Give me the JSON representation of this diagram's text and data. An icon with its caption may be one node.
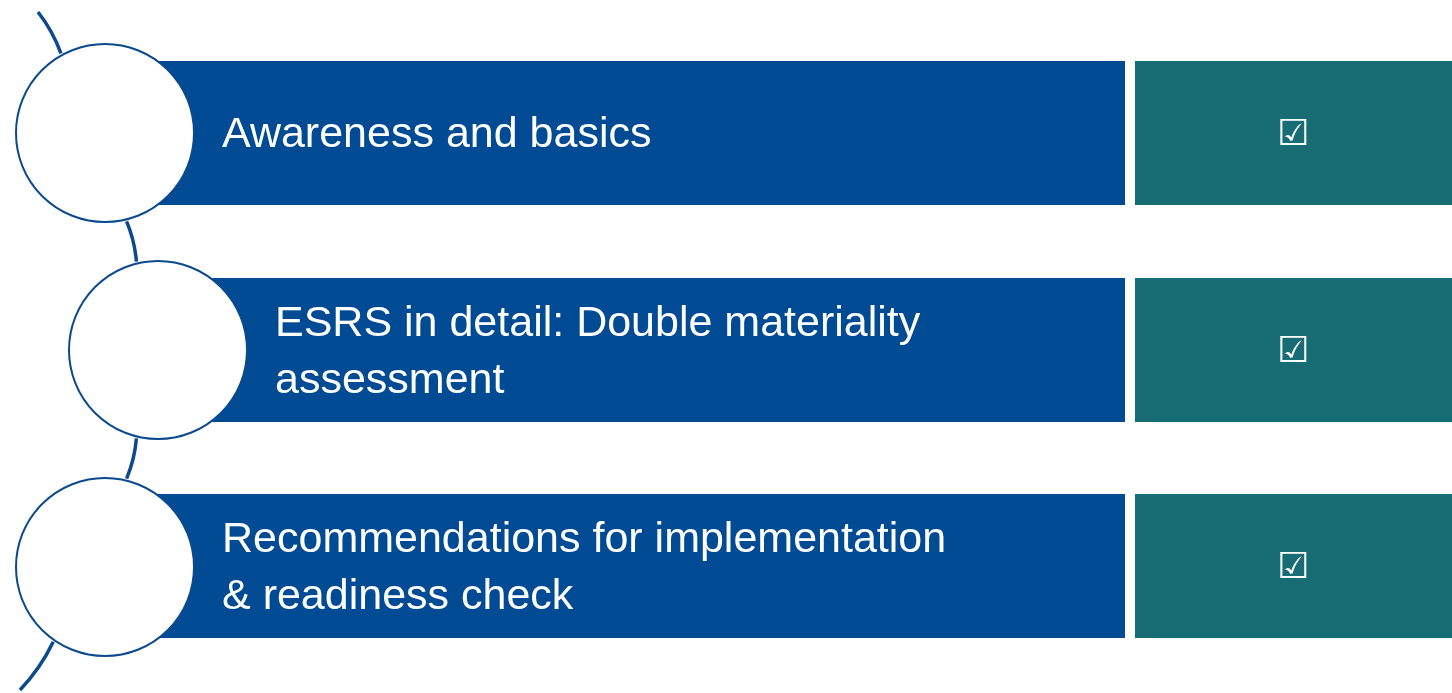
{
  "diagram": {
    "nodes": [
      {
        "text": [],
        "shape": "circle"
      },
      {
        "text": [
          "Awareness and basics"
        ]
      },
      {
        "text": [
          "☑"
        ]
      },
      {
        "text": [],
        "shape": "circle"
      },
      {
        "text": [
          "ESRS in detail: Double materiality assessment"
        ]
      },
      {
        "text": [
          "☑"
        ]
      },
      {
        "text": [],
        "shape": "circle"
      },
      {
        "text": [
          "Recommendations for implementation & readiness check"
        ]
      },
      {
        "text": [
          "☑"
        ]
      }
    ],
    "edges": [
      {
        "from": null,
        "to": 0,
        "arrow": "none"
      },
      {
        "from": 0,
        "to": 3,
        "arrow": "none"
      },
      {
        "from": 3,
        "to": 6,
        "arrow": "none"
      },
      {
        "from": 6,
        "to": null,
        "arrow": "none"
      }
    ]
  }
}
